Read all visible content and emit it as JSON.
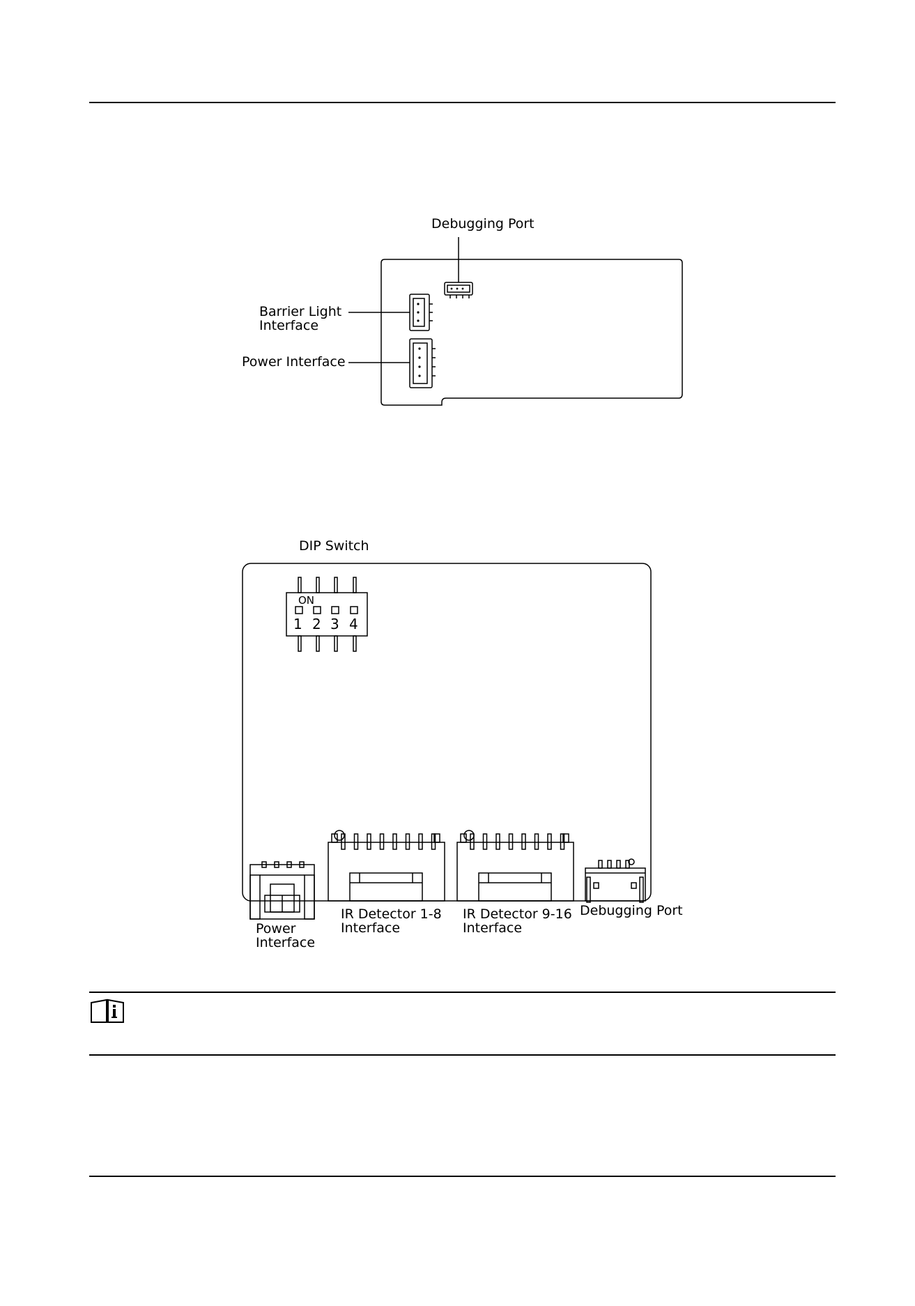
{
  "diagram1": {
    "debugging_port": "Debugging Port",
    "barrier_light_line1": "Barrier Light",
    "barrier_light_line2": "Interface",
    "power_interface": "Power Interface"
  },
  "diagram2": {
    "dip_switch": "DIP Switch",
    "on_label": "ON",
    "switch_numbers": [
      "1",
      "2",
      "3",
      "4"
    ],
    "power_line1": "Power",
    "power_line2": "Interface",
    "ir_1_8_line1": "IR Detector 1-8",
    "ir_1_8_line2": "Interface",
    "ir_9_16_line1": "IR Detector 9-16",
    "ir_9_16_line2": "Interface",
    "debugging_port": "Debugging Port"
  },
  "note": {
    "icon": "note-info-icon"
  }
}
